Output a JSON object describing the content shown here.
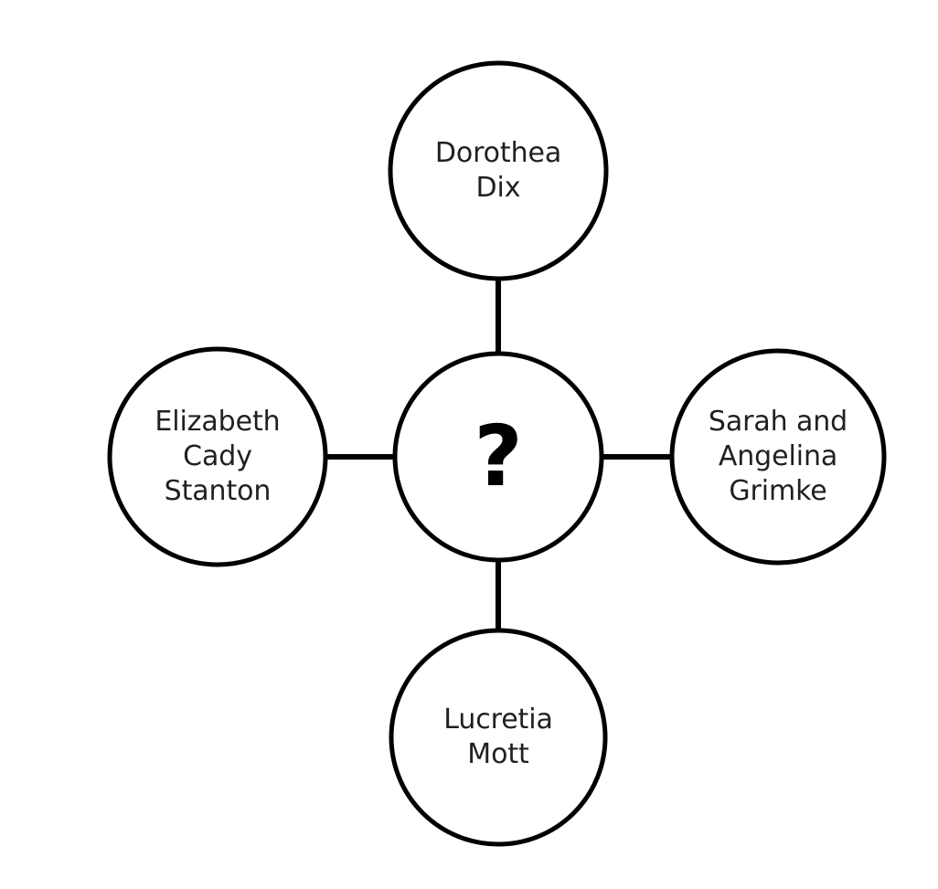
{
  "diagram": {
    "type": "concept-map",
    "layout": "cross / hub-and-spoke",
    "background_color": "#ffffff",
    "stroke_color": "#000000",
    "text_color": "#231f20",
    "center": {
      "id": "center-node",
      "label": "?",
      "position": "center",
      "is_unknown": true
    },
    "nodes": [
      {
        "id": "node-top",
        "label": "Dorothea\nDix",
        "line1": "Dorothea",
        "line2": "Dix",
        "position": "top"
      },
      {
        "id": "node-left",
        "label": "Elizabeth\nCady\nStanton",
        "line1": "Elizabeth",
        "line2": "Cady",
        "line3": "Stanton",
        "position": "left"
      },
      {
        "id": "node-right",
        "label": "Sarah and\nAngelina\nGrimke",
        "line1": "Sarah and",
        "line2": "Angelina",
        "line3": "Grimke",
        "position": "right"
      },
      {
        "id": "node-bottom",
        "label": "Lucretia\nMott",
        "line1": "Lucretia",
        "line2": "Mott",
        "position": "bottom"
      }
    ],
    "connectors": [
      {
        "id": "connector-top",
        "from": "center-node",
        "to": "node-top"
      },
      {
        "id": "connector-left",
        "from": "center-node",
        "to": "node-left"
      },
      {
        "id": "connector-right",
        "from": "center-node",
        "to": "node-right"
      },
      {
        "id": "connector-bottom",
        "from": "center-node",
        "to": "node-bottom"
      }
    ]
  }
}
